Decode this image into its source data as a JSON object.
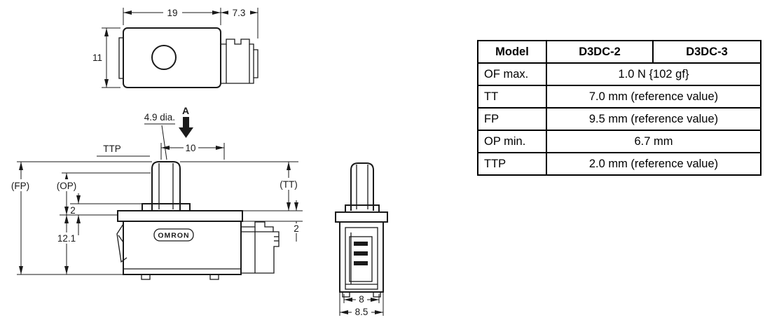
{
  "page": {
    "background": "#ffffff",
    "line_color": "#1a1a1a"
  },
  "drawing": {
    "top_view": {
      "width_dim": "19",
      "connector_dim": "7.3",
      "height_dim": "11"
    },
    "front_view": {
      "plunger_dia_label": "4.9 dia.",
      "section_label": "A",
      "ttp_label": "TTP",
      "boss_width_dim": "10",
      "fp_label": "(FP)",
      "op_label": "(OP)",
      "tt_label": "(TT)",
      "ttp_dim_left": "2",
      "flange_dim_right": "2",
      "body_height_dim": "12.1",
      "brand": "OMRON"
    },
    "side_view": {
      "inner_width_dim": "8",
      "outer_width_dim": "8.5"
    }
  },
  "table": {
    "headers": [
      "Model",
      "D3DC-2",
      "D3DC-3"
    ],
    "rows": [
      {
        "label": "OF max.",
        "value": "1.0 N {102 gf}"
      },
      {
        "label": "TT",
        "value": "7.0 mm (reference value)"
      },
      {
        "label": "FP",
        "value": "9.5 mm (reference value)"
      },
      {
        "label": "OP min.",
        "value": "6.7 mm"
      },
      {
        "label": "TTP",
        "value": "2.0 mm (reference value)"
      }
    ]
  }
}
